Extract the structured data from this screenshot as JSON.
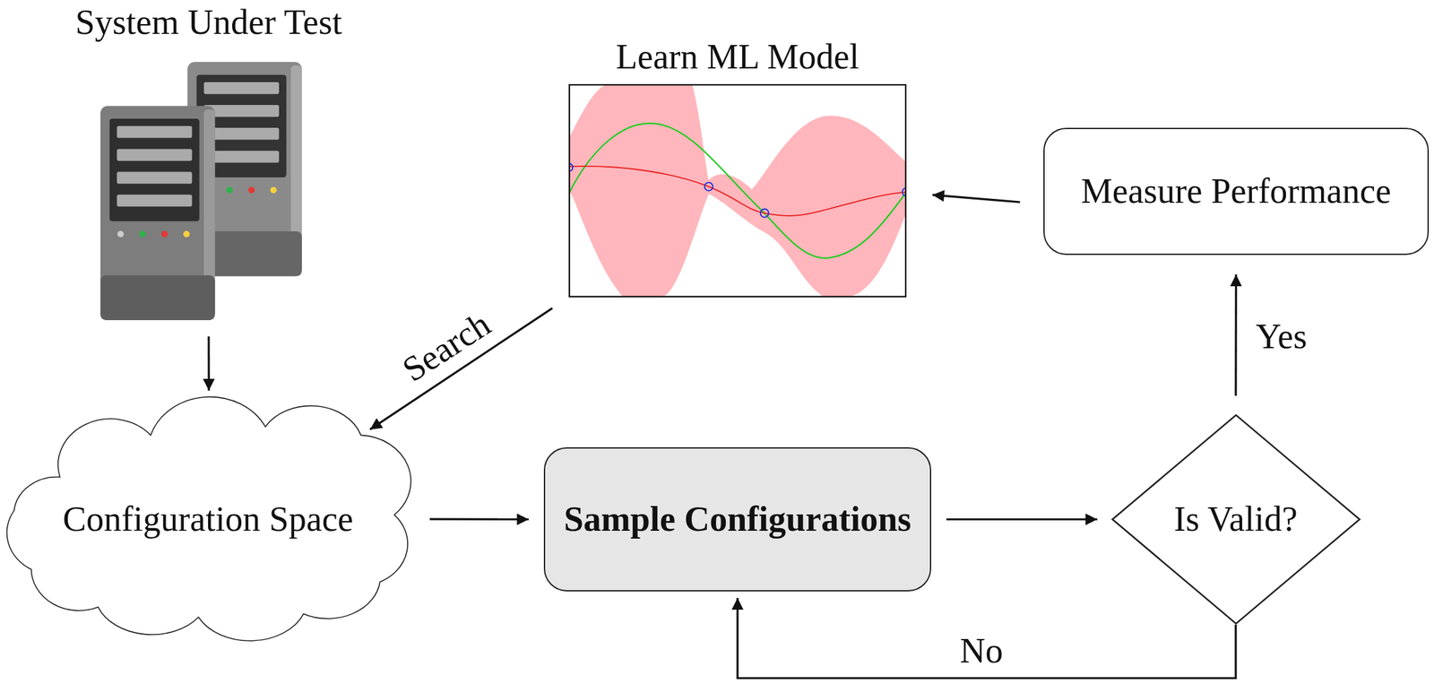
{
  "diagram": {
    "nodes": [
      {
        "text": [
          "System Under Test"
        ]
      },
      {
        "text": [
          "Learn ML Model"
        ]
      },
      {
        "text": [
          "Measure Performance"
        ]
      },
      {
        "text": [
          "Configuration Space"
        ]
      },
      {
        "text": [
          "Sample Configurations"
        ]
      },
      {
        "text": [
          "Is Valid?"
        ]
      }
    ],
    "edges": [
      {
        "from": 0,
        "to": 3,
        "arrow": "to"
      },
      {
        "from": 3,
        "to": 4,
        "arrow": "to"
      },
      {
        "from": 4,
        "to": 5,
        "arrow": "to"
      },
      {
        "from": 5,
        "to": 2,
        "label": "Yes",
        "arrow": "to"
      },
      {
        "from": 5,
        "to": 4,
        "label": "No",
        "arrow": "to"
      },
      {
        "from": 2,
        "to": 1,
        "arrow": "to"
      },
      {
        "from": 1,
        "to": 3,
        "label": "Search",
        "arrow": "to"
      }
    ]
  }
}
